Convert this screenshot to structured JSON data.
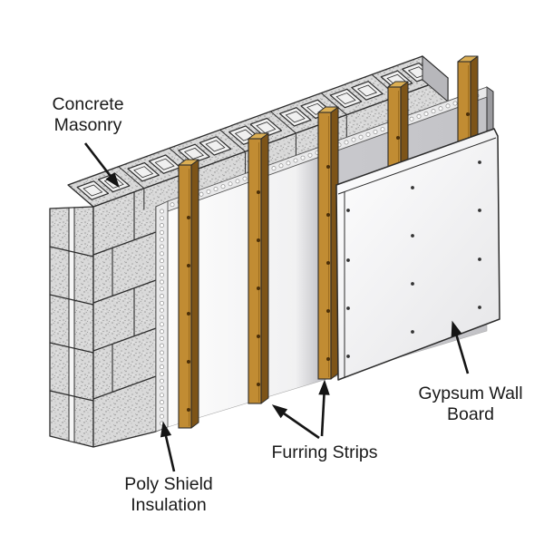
{
  "labels": {
    "concrete_masonry": {
      "line1": "Concrete",
      "line2": "Masonry"
    },
    "poly_shield_insulation": {
      "line1": "Poly Shield",
      "line2": "Insulation"
    },
    "furring_strips": {
      "line1": "Furring Strips"
    },
    "gypsum_wall_board": {
      "line1": "Gypsum Wall",
      "line2": "Board"
    }
  },
  "colors": {
    "background": "#ffffff",
    "outline": "#2b2b2b",
    "block_base": "#d9d9d9",
    "block_speckle_dark": "#8e8e8e",
    "block_speckle_mid": "#a5a5a5",
    "core_fill": "#f0f0f0",
    "block_end_cut": "#b7b7bb",
    "insulation_white": "#fdfdfd",
    "insulation_gray": "#c3c3c7",
    "insulation_edge_band": "#e9e9ea",
    "bubble_fill": "#ffffff",
    "bubble_stroke": "#909090",
    "panel_side": "#9a9a9e",
    "wood_face": "#c18c33",
    "wood_side": "#7d5418",
    "wood_top": "#dcaf54",
    "nail": "#4a2e08",
    "gypsum_face_light": "#fbfbfc",
    "gypsum_face_dark": "#e8e8ea",
    "screw": "#333333",
    "arrow": "#151515",
    "label_text": "#1a1a1a"
  }
}
